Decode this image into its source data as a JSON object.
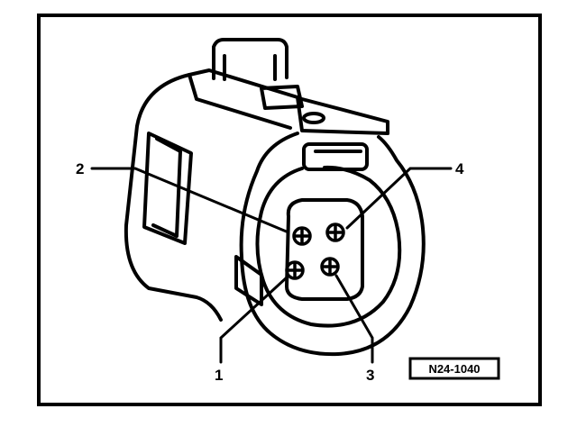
{
  "figure": {
    "callouts": [
      {
        "id": "1",
        "label": "1"
      },
      {
        "id": "2",
        "label": "2"
      },
      {
        "id": "3",
        "label": "3"
      },
      {
        "id": "4",
        "label": "4"
      }
    ],
    "reference_code": "N24-1040"
  },
  "colors": {
    "ink": "#000000",
    "paper": "#ffffff"
  }
}
